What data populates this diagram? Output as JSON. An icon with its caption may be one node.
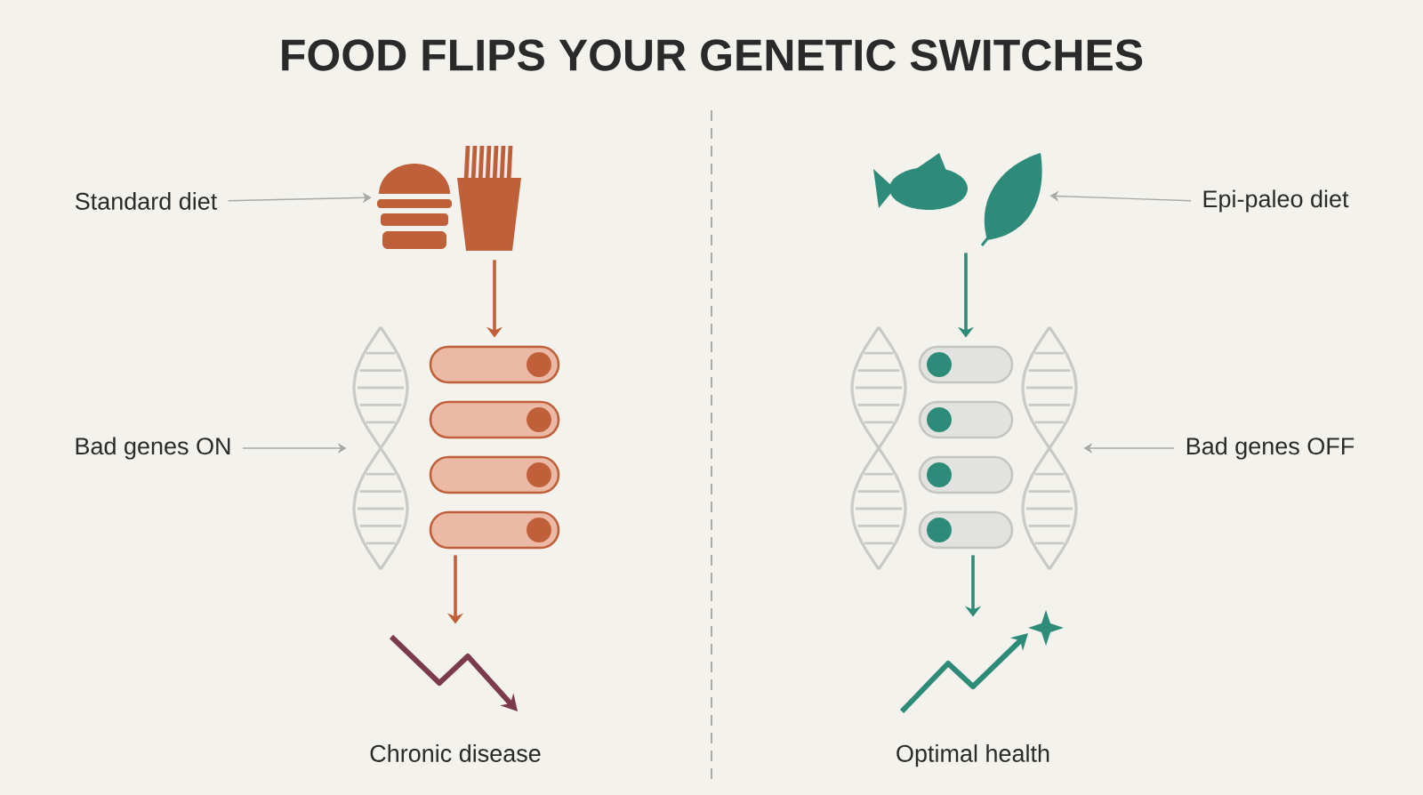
{
  "diagram": {
    "title": "FOOD FLIPS YOUR GENETIC SWITCHES",
    "nodes": [
      {
        "text": [
          "Standard diet"
        ]
      },
      {
        "text": [],
        "shape": "picture"
      },
      {
        "text": [
          "Bad genes ON"
        ]
      },
      {
        "text": [],
        "shape": "picture"
      },
      {
        "text": [],
        "shape": "picture"
      },
      {
        "text": [],
        "shape": "picture",
        "beside": [
          "Chronic disease"
        ]
      },
      {
        "text": [
          "Epi-paleo diet"
        ]
      },
      {
        "text": [],
        "shape": "picture"
      },
      {
        "text": [
          "Bad genes OFF"
        ]
      },
      {
        "text": [],
        "shape": "picture"
      },
      {
        "text": [],
        "shape": "picture"
      },
      {
        "text": [],
        "shape": "picture"
      },
      {
        "text": [],
        "shape": "picture",
        "beside": [
          "Optimal health"
        ]
      }
    ],
    "edges": [
      {
        "from": 0,
        "to": 1,
        "arrow": "to"
      },
      {
        "from": 2,
        "to": 3,
        "arrow": "to"
      },
      {
        "from": 1,
        "to": 4,
        "arrow": "to",
        "color": "#c0603a"
      },
      {
        "from": 4,
        "to": 5,
        "arrow": "to",
        "color": "#c0603a"
      },
      {
        "from": 6,
        "to": 7,
        "arrow": "to"
      },
      {
        "from": 8,
        "to": 11,
        "arrow": "to"
      },
      {
        "from": 7,
        "to": 10,
        "arrow": "to",
        "color": "#2e8b7a"
      },
      {
        "from": 10,
        "to": 12,
        "arrow": "to",
        "color": "#2e8b7a"
      }
    ]
  }
}
